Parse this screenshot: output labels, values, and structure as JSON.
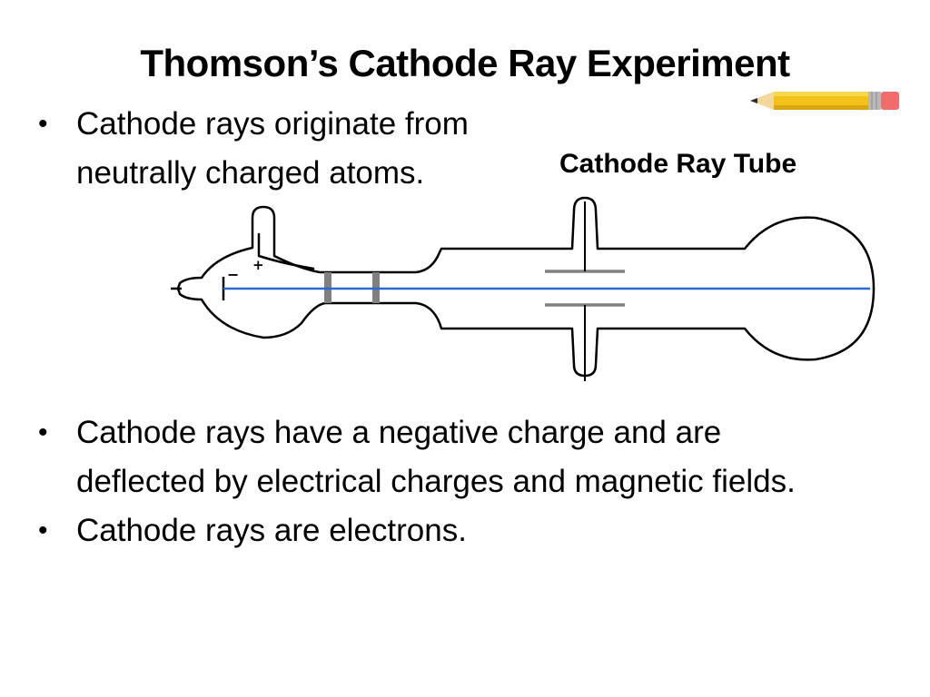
{
  "slide": {
    "title": "Thomson’s Cathode Ray Experiment",
    "bullets_top": [
      "Cathode rays originate from neutrally charged atoms."
    ],
    "bullets_bottom": [
      "Cathode rays have a negative charge and are deflected by electrical charges and magnetic fields.",
      "Cathode rays are electrons."
    ],
    "bullet_glyph": "•"
  },
  "diagram": {
    "label": "Cathode Ray Tube",
    "minus_sign": "−",
    "plus_sign": "+",
    "colors": {
      "ray": "#2a6bd1",
      "tube": "#000000",
      "plates": "#808080"
    }
  },
  "decor": {
    "icon": "pencil-icon",
    "colors": {
      "body": "#f2c21b",
      "eraser": "#f36c6c",
      "ferrule": "#b9b9b9",
      "wood": "#f4d79b"
    }
  }
}
